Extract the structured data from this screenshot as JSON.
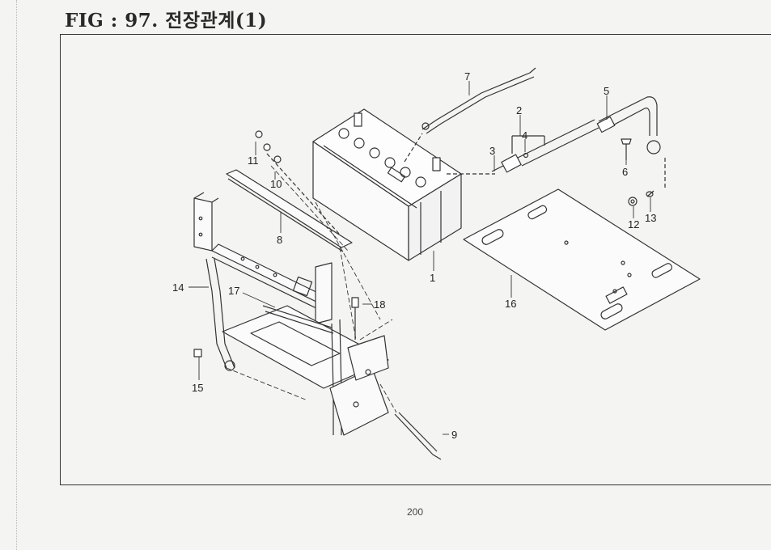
{
  "title": "FIG : 97. 전장관계(1)",
  "page_number": "200",
  "callouts": [
    {
      "id": "1",
      "label": "1"
    },
    {
      "id": "2",
      "label": "2"
    },
    {
      "id": "3",
      "label": "3"
    },
    {
      "id": "4",
      "label": "4"
    },
    {
      "id": "5",
      "label": "5"
    },
    {
      "id": "6",
      "label": "6"
    },
    {
      "id": "7",
      "label": "7"
    },
    {
      "id": "8",
      "label": "8"
    },
    {
      "id": "9",
      "label": "9"
    },
    {
      "id": "10",
      "label": "10"
    },
    {
      "id": "11",
      "label": "11"
    },
    {
      "id": "12",
      "label": "12"
    },
    {
      "id": "13",
      "label": "13"
    },
    {
      "id": "14",
      "label": "14"
    },
    {
      "id": "15",
      "label": "15"
    },
    {
      "id": "16",
      "label": "16"
    },
    {
      "id": "17",
      "label": "17"
    },
    {
      "id": "18",
      "label": "18"
    }
  ],
  "colors": {
    "line": "#333333",
    "paper": "#f4f4f2"
  }
}
